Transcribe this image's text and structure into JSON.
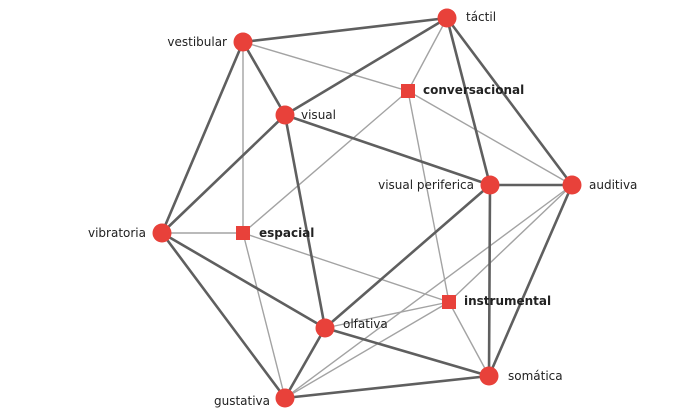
{
  "graph": {
    "colors": {
      "node": "#e8413a",
      "strong_edge": "#5f5f5f",
      "weak_edge": "#a3a3a3",
      "label": "#222222"
    },
    "nodes": [
      {
        "id": "tactil",
        "label": "táctil",
        "shape": "circle",
        "bold": false
      },
      {
        "id": "vestibular",
        "label": "vestibular",
        "shape": "circle",
        "bold": false
      },
      {
        "id": "conversacional",
        "label": "conversacional",
        "shape": "square",
        "bold": true
      },
      {
        "id": "visual",
        "label": "visual",
        "shape": "circle",
        "bold": false
      },
      {
        "id": "visual_periferica",
        "label": "visual periferica",
        "shape": "circle",
        "bold": false
      },
      {
        "id": "auditiva",
        "label": "auditiva",
        "shape": "circle",
        "bold": false
      },
      {
        "id": "vibratoria",
        "label": "vibratoria",
        "shape": "circle",
        "bold": false
      },
      {
        "id": "espacial",
        "label": "espacial",
        "shape": "square",
        "bold": true
      },
      {
        "id": "instrumental",
        "label": "instrumental",
        "shape": "square",
        "bold": true
      },
      {
        "id": "olfativa",
        "label": "olfativa",
        "shape": "circle",
        "bold": false
      },
      {
        "id": "somatica",
        "label": "somática",
        "shape": "circle",
        "bold": false
      },
      {
        "id": "gustativa",
        "label": "gustativa",
        "shape": "circle",
        "bold": false
      }
    ],
    "edges": [
      {
        "from": "vestibular",
        "to": "tactil",
        "weight": "strong"
      },
      {
        "from": "vestibular",
        "to": "visual",
        "weight": "strong"
      },
      {
        "from": "vestibular",
        "to": "vibratoria",
        "weight": "strong"
      },
      {
        "from": "tactil",
        "to": "visual",
        "weight": "strong"
      },
      {
        "from": "tactil",
        "to": "visual_periferica",
        "weight": "strong"
      },
      {
        "from": "tactil",
        "to": "auditiva",
        "weight": "strong"
      },
      {
        "from": "visual",
        "to": "visual_periferica",
        "weight": "strong"
      },
      {
        "from": "visual",
        "to": "vibratoria",
        "weight": "strong"
      },
      {
        "from": "visual",
        "to": "olfativa",
        "weight": "strong"
      },
      {
        "from": "visual_periferica",
        "to": "auditiva",
        "weight": "strong"
      },
      {
        "from": "visual_periferica",
        "to": "olfativa",
        "weight": "strong"
      },
      {
        "from": "visual_periferica",
        "to": "somatica",
        "weight": "strong"
      },
      {
        "from": "auditiva",
        "to": "somatica",
        "weight": "strong"
      },
      {
        "from": "vibratoria",
        "to": "olfativa",
        "weight": "strong"
      },
      {
        "from": "vibratoria",
        "to": "gustativa",
        "weight": "strong"
      },
      {
        "from": "olfativa",
        "to": "somatica",
        "weight": "strong"
      },
      {
        "from": "olfativa",
        "to": "gustativa",
        "weight": "strong"
      },
      {
        "from": "gustativa",
        "to": "somatica",
        "weight": "strong"
      },
      {
        "from": "vestibular",
        "to": "conversacional",
        "weight": "weak"
      },
      {
        "from": "vestibular",
        "to": "espacial",
        "weight": "weak"
      },
      {
        "from": "tactil",
        "to": "conversacional",
        "weight": "weak"
      },
      {
        "from": "conversacional",
        "to": "auditiva",
        "weight": "weak"
      },
      {
        "from": "conversacional",
        "to": "espacial",
        "weight": "weak"
      },
      {
        "from": "conversacional",
        "to": "instrumental",
        "weight": "weak"
      },
      {
        "from": "vibratoria",
        "to": "espacial",
        "weight": "weak"
      },
      {
        "from": "espacial",
        "to": "instrumental",
        "weight": "weak"
      },
      {
        "from": "espacial",
        "to": "gustativa",
        "weight": "weak"
      },
      {
        "from": "auditiva",
        "to": "instrumental",
        "weight": "weak"
      },
      {
        "from": "instrumental",
        "to": "olfativa",
        "weight": "weak"
      },
      {
        "from": "instrumental",
        "to": "somatica",
        "weight": "weak"
      },
      {
        "from": "instrumental",
        "to": "gustativa",
        "weight": "weak"
      },
      {
        "from": "auditiva",
        "to": "gustativa",
        "weight": "weak"
      }
    ]
  }
}
